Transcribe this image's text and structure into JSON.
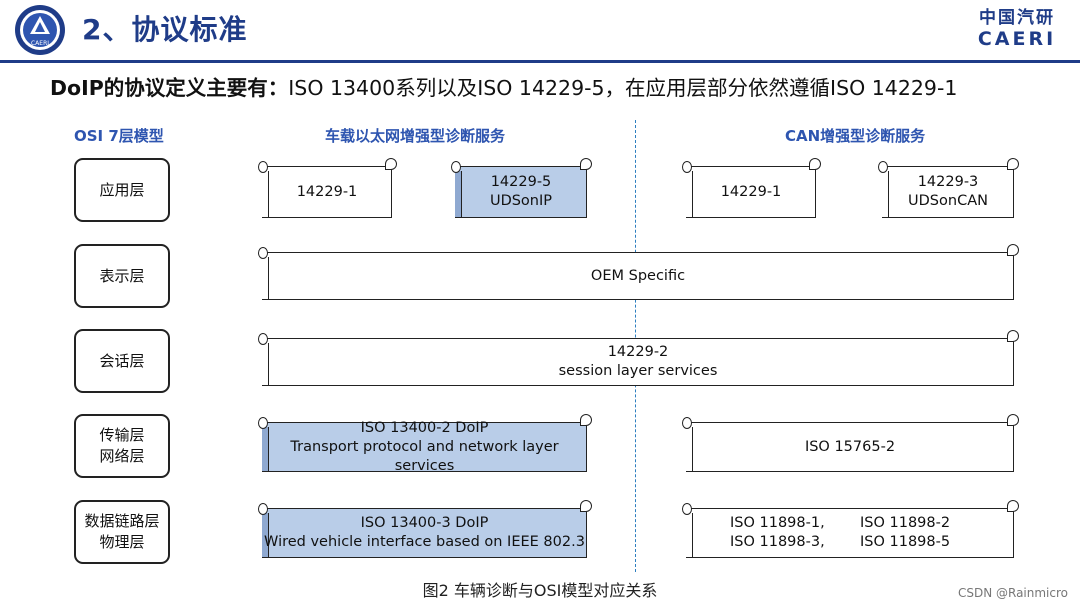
{
  "header": {
    "title": "2、协议标准",
    "brand_cn": "中国汽研",
    "brand_en": "CAERI",
    "logo_label": "CAERI"
  },
  "subtitle": {
    "lead": "DoIP的协议定义主要有：",
    "rest": "ISO 13400系列以及ISO 14229-5，在应用层部分依然遵循ISO 14229-1"
  },
  "columns": {
    "osi": "OSI 7层模型",
    "doip": "车载以太网增强型诊断服务",
    "can": "CAN增强型诊断服务"
  },
  "osi_layers": [
    {
      "lines": [
        "应用层"
      ]
    },
    {
      "lines": [
        "表示层"
      ]
    },
    {
      "lines": [
        "会话层"
      ]
    },
    {
      "lines": [
        "传输层",
        "网络层"
      ]
    },
    {
      "lines": [
        "数据链路层",
        "物理层"
      ]
    }
  ],
  "boxes": {
    "app_doip_1": {
      "lines": [
        "14229-1"
      ]
    },
    "app_doip_2": {
      "lines": [
        "14229-5",
        "UDSonIP"
      ]
    },
    "app_can_1": {
      "lines": [
        "14229-1"
      ]
    },
    "app_can_2": {
      "lines": [
        "14229-3",
        "UDSonCAN"
      ]
    },
    "presentation": {
      "lines": [
        "OEM Specific"
      ]
    },
    "session": {
      "lines": [
        "14229-2",
        "session layer services"
      ]
    },
    "transport_doip": {
      "lines": [
        "ISO 13400-2 DoIP",
        "Transport protocol and network layer services"
      ]
    },
    "transport_can": {
      "lines": [
        "ISO 15765-2"
      ]
    },
    "datalink_doip": {
      "lines": [
        "ISO 13400-3 DoIP",
        "Wired vehicle interface based on IEEE 802.3"
      ]
    },
    "datalink_can": {
      "lines": [
        "ISO 11898-1,",
        "ISO 11898-2",
        "ISO 11898-3,",
        "ISO 11898-5"
      ]
    }
  },
  "caption": "图2  车辆诊断与OSI模型对应关系",
  "watermark": "CSDN @Rainmicro",
  "colors": {
    "accent": "#1f3c88",
    "heading": "#2e55b0",
    "highlight": "#b9cde8",
    "divider": "#2e7fc0"
  }
}
